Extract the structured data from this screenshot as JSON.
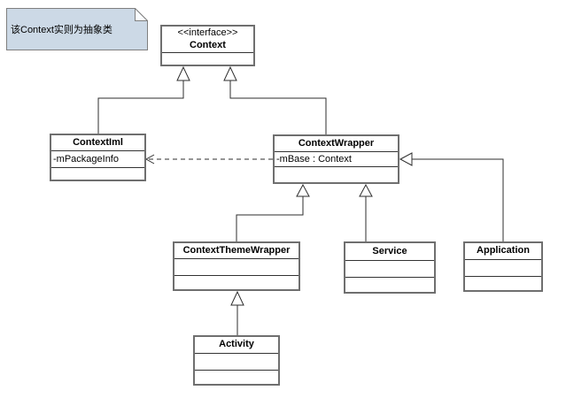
{
  "diagram": {
    "title": "Android Context class hierarchy UML diagram",
    "note": {
      "text": "该Context实则为抽象类"
    },
    "classes": {
      "context": {
        "stereotype": "<<interface>>",
        "name": "Context"
      },
      "contextIml": {
        "name": "ContextIml",
        "attribute": "-mPackageInfo"
      },
      "contextWrapper": {
        "name": "ContextWrapper",
        "attribute": "-mBase : Context"
      },
      "contextThemeWrapper": {
        "name": "ContextThemeWrapper"
      },
      "service": {
        "name": "Service"
      },
      "application": {
        "name": "Application"
      },
      "activity": {
        "name": "Activity"
      }
    },
    "relationships": [
      {
        "from": "ContextIml",
        "to": "Context",
        "type": "generalization"
      },
      {
        "from": "ContextWrapper",
        "to": "Context",
        "type": "generalization"
      },
      {
        "from": "ContextThemeWrapper",
        "to": "ContextWrapper",
        "type": "generalization"
      },
      {
        "from": "Service",
        "to": "ContextWrapper",
        "type": "generalization"
      },
      {
        "from": "Application",
        "to": "ContextWrapper",
        "type": "generalization"
      },
      {
        "from": "Activity",
        "to": "ContextThemeWrapper",
        "type": "generalization"
      },
      {
        "from": "ContextWrapper",
        "to": "ContextIml",
        "type": "dashed-dependency"
      }
    ],
    "colors": {
      "background": "#ffffff",
      "box_fill": "#ffffff",
      "box_border": "#6f6f6f",
      "edge": "#2e2e2e",
      "note_fill": "#ccd9e6",
      "note_border": "#7f7f7f"
    }
  }
}
